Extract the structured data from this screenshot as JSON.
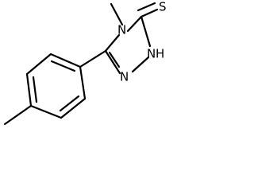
{
  "molecule": {
    "atoms": {
      "sulfur": "S",
      "methyl_nitrogen": "N",
      "nh_nitrogen": "N",
      "nh_hydrogen": "H",
      "ring_nitrogen": "N"
    }
  }
}
